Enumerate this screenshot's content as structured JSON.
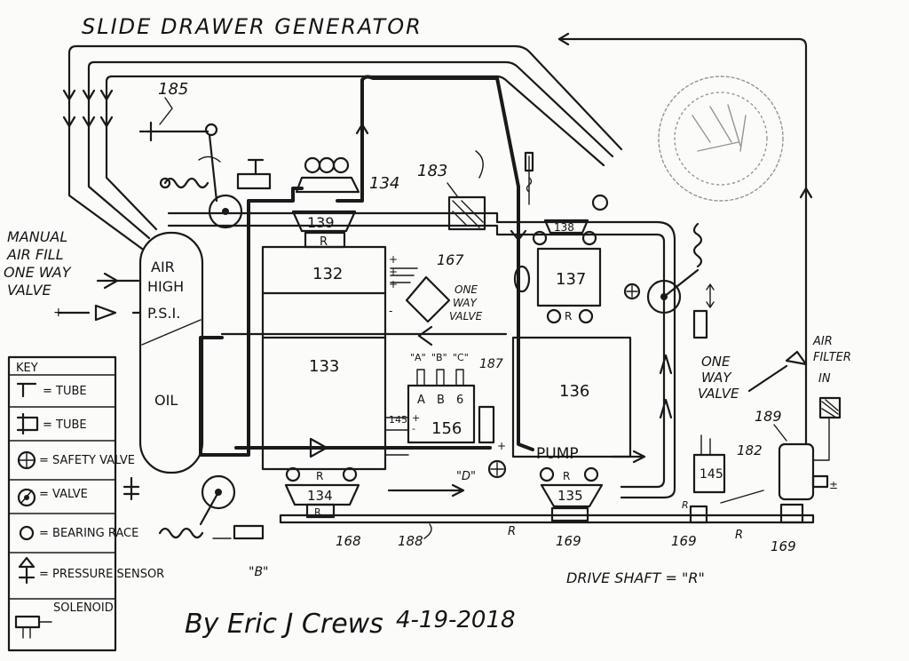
{
  "title": "SLIDE DRAWER GENERATOR",
  "signature": "By Eric J Crews",
  "date": "4-19-2018",
  "drive_shaft_note": "DRIVE SHAFT = \"R\"",
  "tank": {
    "air": "AIR",
    "high": "HIGH",
    "psi": "P.S.I.",
    "oil": "OIL"
  },
  "left_labels": {
    "manual_line1": "MANUAL",
    "manual_line2": "AIR FILL",
    "manual_line3": "ONE WAY",
    "manual_line4": "VALVE"
  },
  "blocks": {
    "b132": "132",
    "b133": "133",
    "b136": "136",
    "b137": "137",
    "b139": "139",
    "b138": "138",
    "b134_top": "134",
    "b134_bottom": "134",
    "b135": "135",
    "b145_left": "145",
    "b145_right": "145",
    "b156": "156",
    "b167": "167",
    "b183": "183",
    "b185": "185",
    "b187": "187",
    "b168": "168",
    "b188": "188",
    "b169a": "169",
    "b169b": "169",
    "b169c": "169",
    "b182": "182",
    "b189": "189",
    "pump": "PUMP",
    "r": "R"
  },
  "valve_cols": [
    "A",
    "B",
    "6"
  ],
  "valve_letters": [
    "\"A\"",
    "\"B\"",
    "\"C\""
  ],
  "d_label": "\"D\"",
  "b_label": "\"B\"",
  "one_way_valve_mid": [
    "ONE",
    "WAY",
    "VALVE"
  ],
  "one_way_valve_right": [
    "ONE",
    "WAY",
    "VALVE"
  ],
  "air_filter": [
    "AIR",
    "FILTER",
    "IN"
  ],
  "key": {
    "heading": "KEY",
    "items": [
      {
        "icon": "tube-icon",
        "label": "= TUBE"
      },
      {
        "icon": "tube-icon",
        "label": "= TUBE"
      },
      {
        "icon": "safety-valve-icon",
        "label": "= SAFETY VALVE"
      },
      {
        "icon": "valve-icon",
        "label": "= VALVE"
      },
      {
        "icon": "bearing-race-icon",
        "label": "= BEARING RACE"
      },
      {
        "icon": "pressure-sensor-icon",
        "label": "= PRESSURE SENSOR"
      },
      {
        "icon": "solenoid-icon",
        "label": "SOLENOID"
      }
    ]
  }
}
